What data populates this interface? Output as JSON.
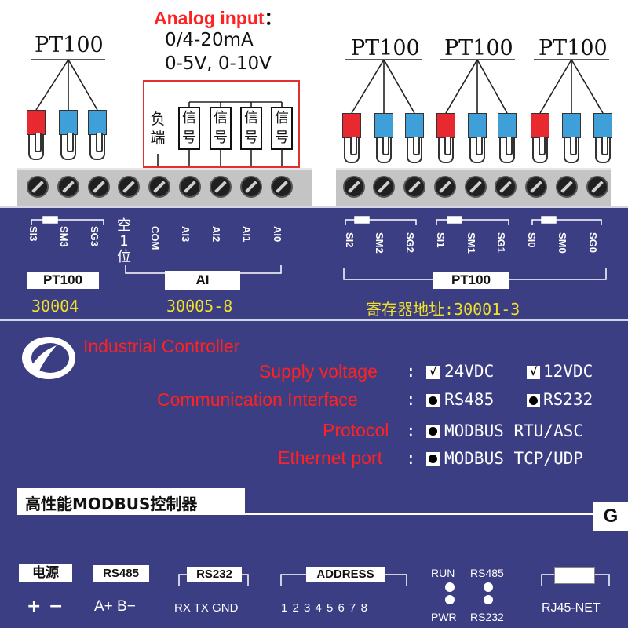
{
  "analog": {
    "title": "Analog input",
    "colon": "：",
    "range1": "0/4-20mA",
    "range2": "0-5V, 0-10V",
    "neg_top": "负",
    "neg_bottom": "端",
    "sig_top": "信",
    "sig_bottom": "号"
  },
  "sensors": {
    "left_title": "PT100",
    "right_titles": [
      "PT100",
      "PT100",
      "PT100"
    ]
  },
  "terminals": {
    "left_labels": [
      "SI3",
      "SM3",
      "SG3"
    ],
    "spare_top": "空1",
    "spare_bottom": "位",
    "ai_labels": [
      "COM",
      "AI3",
      "AI2",
      "AI1",
      "AI0"
    ],
    "right_labels": [
      "SI2",
      "SM2",
      "SG2",
      "SI1",
      "SM1",
      "SG1",
      "SI0",
      "SM0",
      "SG0"
    ],
    "left_box": "PT100",
    "ai_box": "AI",
    "right_box": "PT100",
    "addr_left": "30004",
    "addr_ai": "30005-8",
    "addr_right": "寄存器地址:30001-3"
  },
  "specs": {
    "company": "Industrial Controller",
    "supply_label": "Supply voltage",
    "supply_opt1": "24VDC",
    "supply_opt2": "12VDC",
    "comm_label": "Communication Interface",
    "comm_opt1": "RS485",
    "comm_opt2": "RS232",
    "protocol_label": "Protocol",
    "protocol_val": "MODBUS RTU/ASC",
    "eth_label": "Ethernet port",
    "eth_val": "MODBUS TCP/UDP",
    "colon": ":",
    "check_glyph": "√"
  },
  "model": {
    "name": "高性能MODBUS控制器",
    "ground": "G"
  },
  "bottom": {
    "power_title": "电源",
    "power_plus": "+",
    "power_minus": "−",
    "rs485_title": "RS485",
    "rs485_pins": "A+ B−",
    "rs232_title": "RS232",
    "rs232_pins": "RX TX GND",
    "address_title": "ADDRESS",
    "address_pins": "1 2 3 4 5 6 7 8",
    "led_run": "RUN",
    "led_rs485": "RS485",
    "led_pwr": "PWR",
    "led_rs232": "RS232",
    "rj45": "RJ45-NET"
  },
  "colors": {
    "panel": "#3b3e82",
    "accent_red": "#ff2222",
    "label_yellow": "#f1e02a",
    "sensor_red": "#e8292f",
    "sensor_blue": "#3f9fd9"
  }
}
